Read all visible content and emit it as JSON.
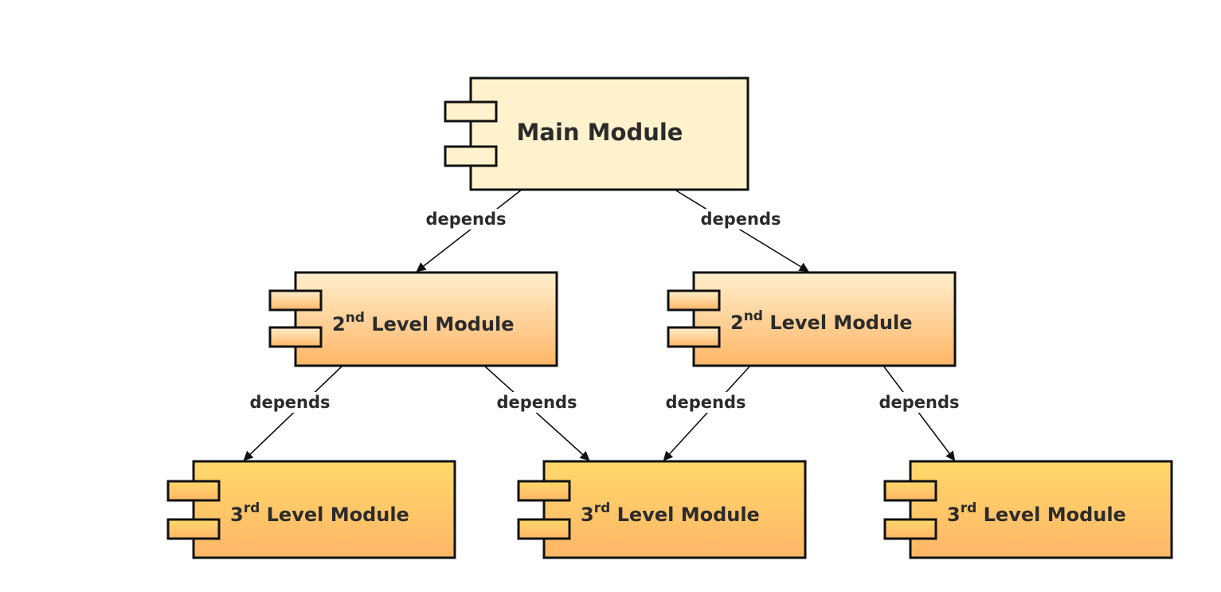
{
  "diagram": {
    "nodes": [
      {
        "id": "main",
        "label_main": "Main Module",
        "label_sup": "",
        "label_rest": "",
        "fill": "main"
      },
      {
        "id": "l2a",
        "label_main": "2",
        "label_sup": "nd",
        "label_rest": " Level Module",
        "fill": "second"
      },
      {
        "id": "l2b",
        "label_main": "2",
        "label_sup": "nd",
        "label_rest": " Level Module",
        "fill": "second"
      },
      {
        "id": "l3a",
        "label_main": "3",
        "label_sup": "rd",
        "label_rest": " Level Module",
        "fill": "third"
      },
      {
        "id": "l3b",
        "label_main": "3",
        "label_sup": "rd",
        "label_rest": " Level Module",
        "fill": "third"
      },
      {
        "id": "l3c",
        "label_main": "3",
        "label_sup": "rd",
        "label_rest": " Level Module",
        "fill": "third"
      }
    ],
    "edges": [
      {
        "from": "main",
        "to": "l2a",
        "label": "depends"
      },
      {
        "from": "main",
        "to": "l2b",
        "label": "depends"
      },
      {
        "from": "l2a",
        "to": "l3a",
        "label": "depends"
      },
      {
        "from": "l2a",
        "to": "l3b",
        "label": "depends"
      },
      {
        "from": "l2b",
        "to": "l3b",
        "label": "depends"
      },
      {
        "from": "l2b",
        "to": "l3c",
        "label": "depends"
      }
    ],
    "colors": {
      "main_fill": "#fff2cc",
      "second_top": "#ffefcd",
      "second_bottom": "#ffb667",
      "third_top": "#ffd86a",
      "third_bottom": "#ffb667",
      "stroke": "#111111",
      "text": "#2b2b2b"
    }
  }
}
